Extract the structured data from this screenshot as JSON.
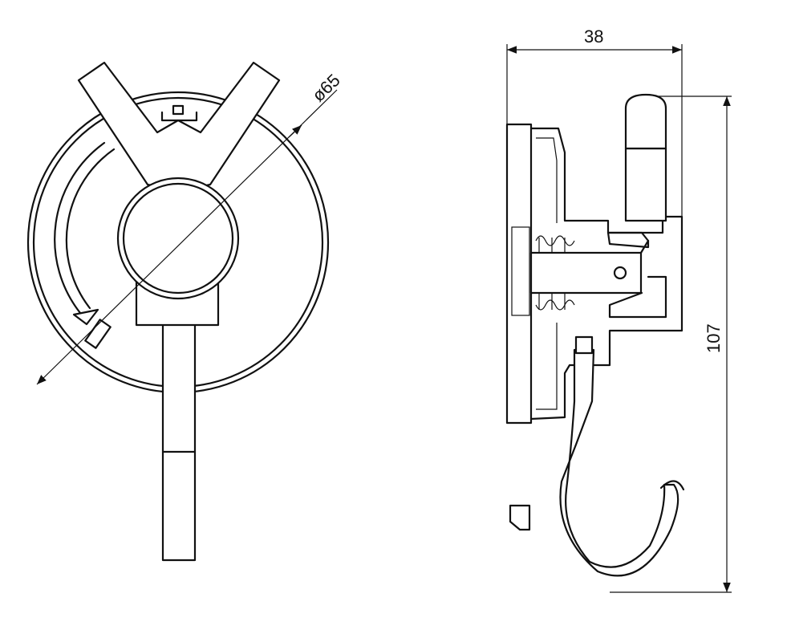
{
  "dimensions": {
    "diameter_label": "ø65",
    "depth_label": "38",
    "height_label": "107"
  },
  "colors": {
    "line": "#111111",
    "background": "#ffffff"
  }
}
